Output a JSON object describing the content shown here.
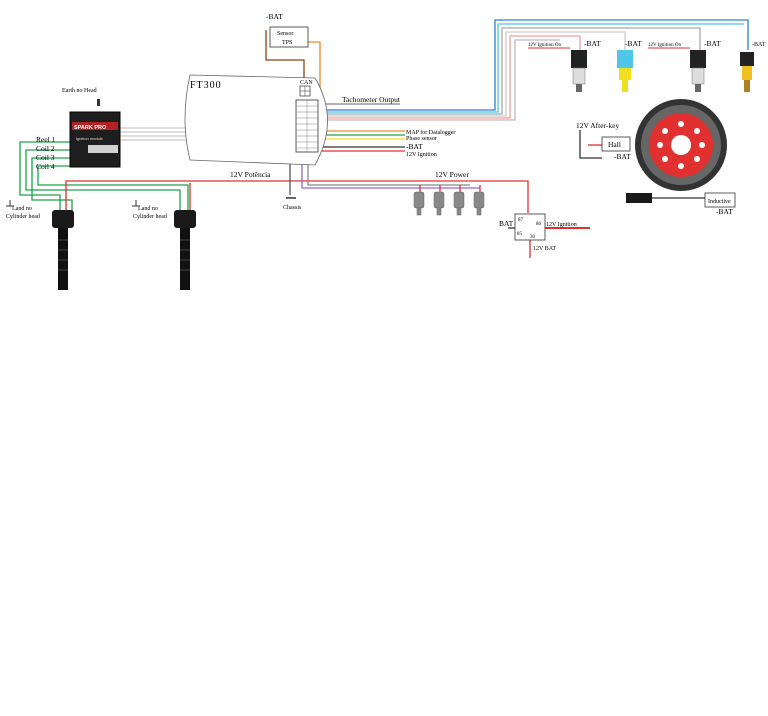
{
  "ecu": {
    "title": "FT300",
    "can_label": "CAN"
  },
  "sensors": {
    "tps": {
      "bat": "-BAT",
      "line1": "Sensor",
      "line2": "TPS"
    },
    "map_line": "MAP for Datalogger",
    "phase_line": "Phase sensor",
    "bat_line": "-BAT",
    "ign_line": "12V Ignition",
    "tach_line": "Tachometer Output"
  },
  "spark_pro": {
    "earth": "Earth no Head",
    "brand": "SPARK PRO",
    "sub": "ignition module",
    "reels": [
      "Reel 1",
      "Coil 2",
      "Coil 3",
      "Coil 4"
    ]
  },
  "coils": {
    "left_label_1": "Land no",
    "left_label_2": "Cylinder head",
    "right_label_1": "Land no",
    "right_label_2": "Cylinder head"
  },
  "power": {
    "potencia": "12V Potência",
    "power": "12V Power",
    "chassis": "Chassis"
  },
  "relay": {
    "bat": "BAT",
    "p87": "87",
    "p86": "86",
    "p85": "85",
    "p30": "30",
    "ign": "12V Ignition",
    "bat12": "12V BAT"
  },
  "top_sensors": {
    "ign_on_1": "12V Ignition On",
    "bat1": "-BAT",
    "bat2": "-BAT",
    "ign_on_2": "12V Ignition On",
    "bat3": "-BAT",
    "bat4": "-BAT"
  },
  "hall": {
    "after_key": "12V After-key",
    "label": "Hall",
    "bat": "-BAT"
  },
  "inductive": {
    "label": "Inductive",
    "bat": "-BAT"
  },
  "colors": {
    "red": "#e03030",
    "green": "#1aa44a",
    "orange": "#e98a2a",
    "blue": "#2a7fd6",
    "brown": "#8b4513",
    "purple": "#9966cc",
    "gray": "#999999",
    "cyan": "#4fc6e8",
    "yellow": "#f0e020"
  }
}
